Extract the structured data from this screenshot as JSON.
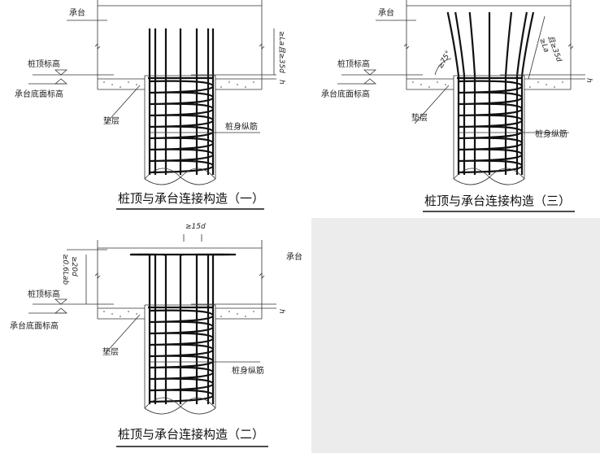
{
  "panels": [
    {
      "title": "桩顶与承台连接构造（一）",
      "cap": "承台",
      "pile_top_elev": "桩顶标高",
      "cap_bottom_elev": "承台底面标高",
      "cushion": "垫层",
      "longitudinal_bars": "桩身纵筋",
      "dim_anchor": "≥La且≥35d",
      "dim_h": "h"
    },
    {
      "title": "桩顶与承台连接构造（二）",
      "cap": "承台",
      "pile_top_elev": "桩顶标高",
      "cap_bottom_elev": "承台底面标高",
      "cushion": "垫层",
      "longitudinal_bars": "桩身纵筋",
      "dim_anchor_1": "≥0.6Lab",
      "dim_anchor_2": "≥20d",
      "dim_hook": "≥15d",
      "dim_h": "h"
    },
    {
      "title": "桩顶与承台连接构造（三）",
      "cap": "承台",
      "pile_top_elev": "桩顶标高",
      "cap_bottom_elev": "承台底面标高",
      "cushion": "垫层",
      "longitudinal_bars": "桩身纵筋",
      "dim_angle": "≥75°",
      "dim_anchor_1": "≥La",
      "dim_anchor_2": "且≥35d",
      "dim_h": "h"
    }
  ]
}
